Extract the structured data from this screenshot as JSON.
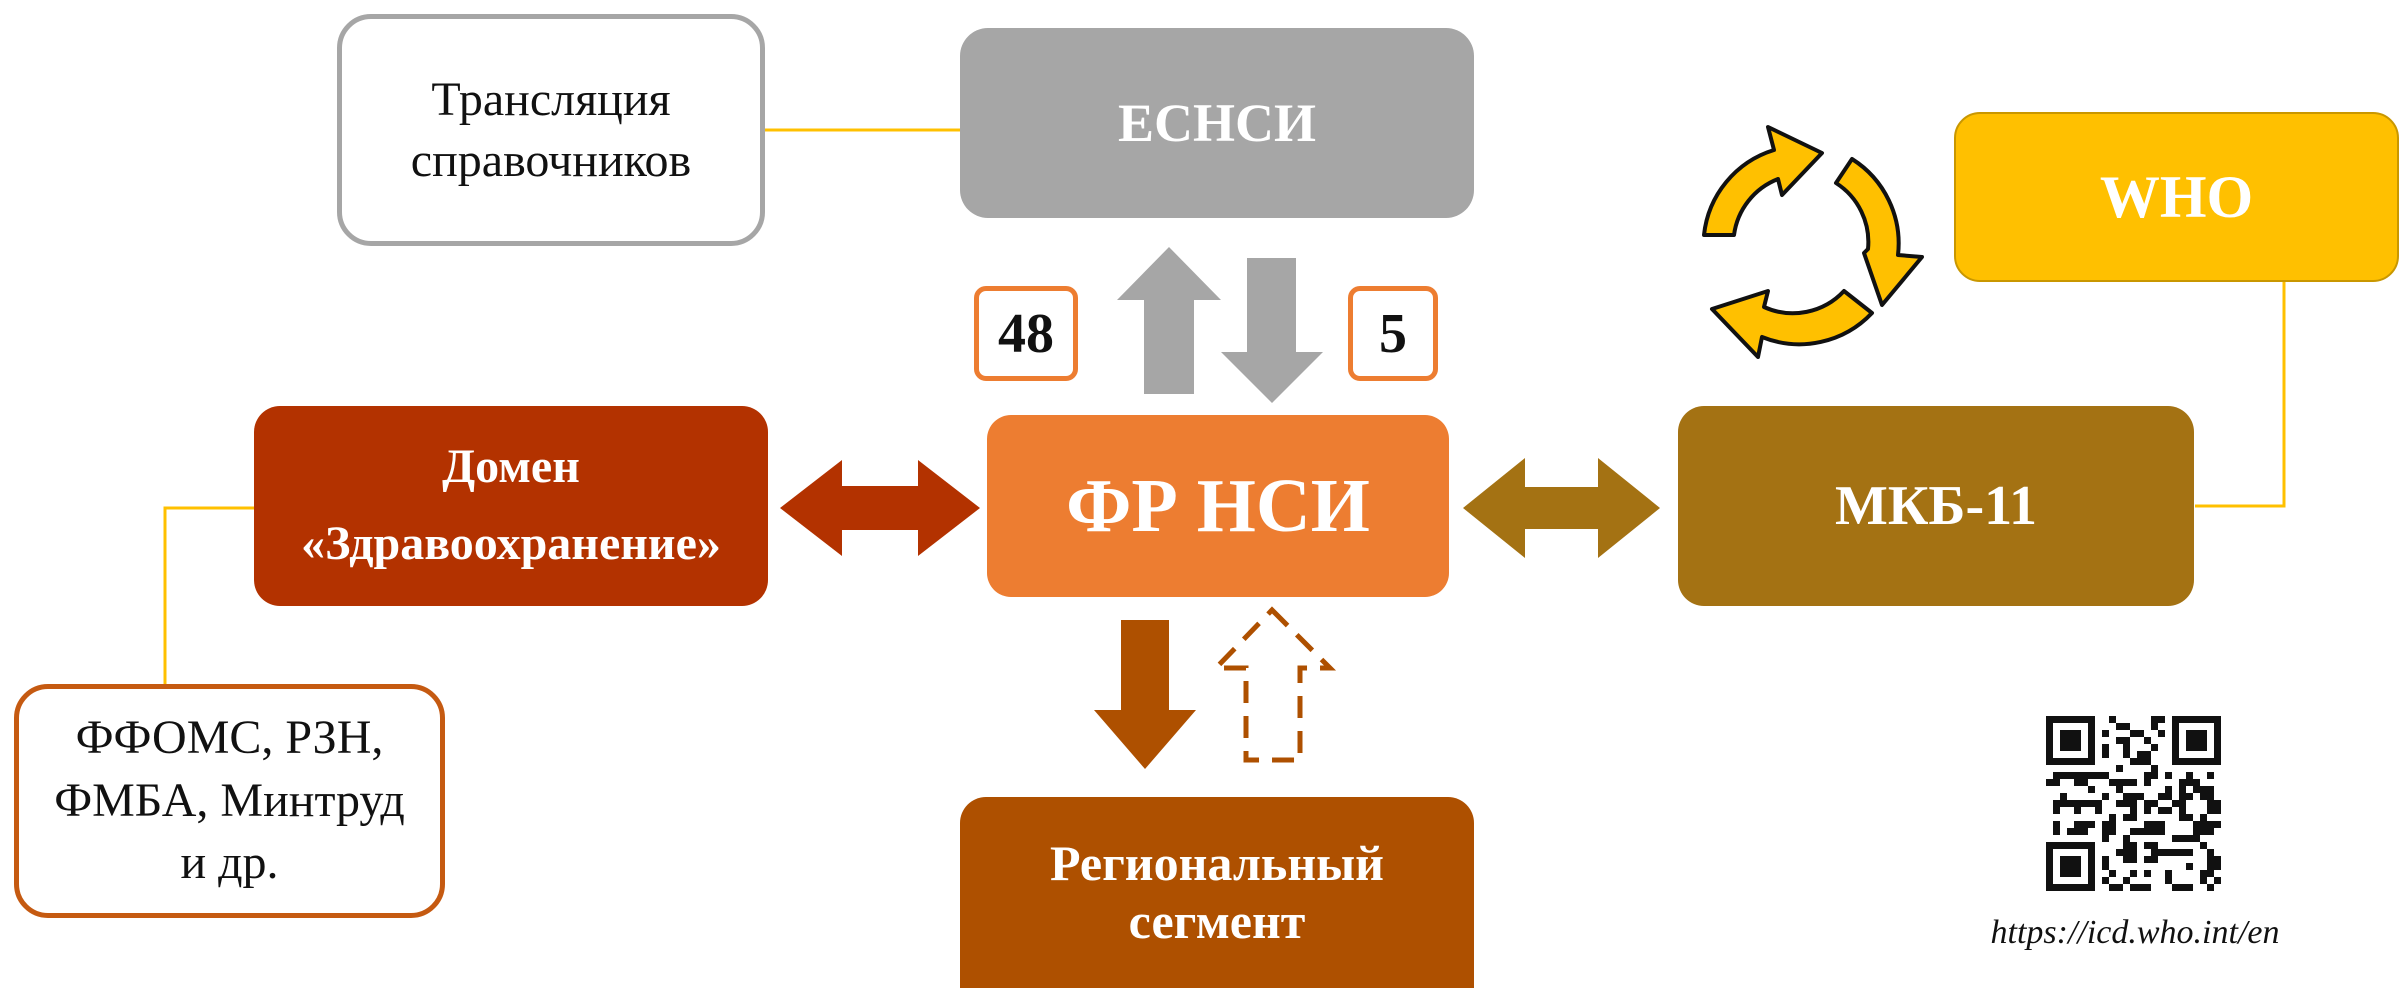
{
  "nodes": {
    "translation": {
      "line1": "Трансляция",
      "line2": "справочников"
    },
    "esnsi": "ЕСНСИ",
    "who": "WHO",
    "count_up": "48",
    "count_down": "5",
    "domain": {
      "line1": "Домен",
      "line2": "«Здравоохранение»"
    },
    "fr_nsi": "ФР НСИ",
    "mkb": "МКБ-11",
    "agencies": {
      "line1": "ФФОМС, РЗН,",
      "line2": "ФМБА, Минтруд",
      "line3": "и др."
    },
    "regional": {
      "line1": "Региональный",
      "line2": "сегмент"
    }
  },
  "qr": {
    "url": "https://icd.who.int/en"
  },
  "colors": {
    "esnsi": "#a6a6a6",
    "who": "#ffc000",
    "domain": "#b33200",
    "fr_nsi": "#ed7d31",
    "mkb": "#a47213",
    "regional": "#ae5000",
    "connector_yellow": "#ffc000",
    "count_border": "#ed7d31",
    "agencies_border": "#c55a11",
    "translation_border": "#a6a6a6"
  }
}
